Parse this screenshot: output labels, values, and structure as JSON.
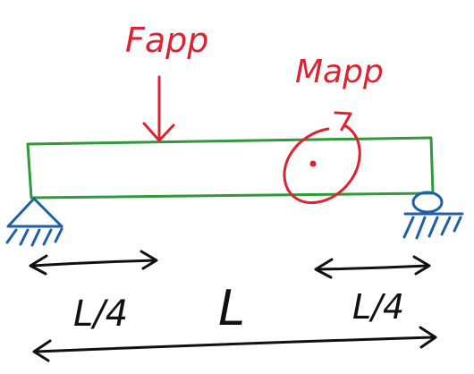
{
  "labels": {
    "applied_force": "Fapp",
    "applied_moment": "Mapp",
    "quarter_length_left": "L/4",
    "quarter_length_right": "L/4",
    "total_length": "L"
  },
  "colors": {
    "beam": "#2e9a3a",
    "loads": "#e0212f",
    "supports": "#1f5fa8",
    "dimensions": "#111111"
  },
  "icons": {
    "left_support": "pin-support-icon",
    "right_support": "roller-support-icon",
    "force": "arrow-down-icon",
    "moment": "moment-out-of-page-icon"
  }
}
